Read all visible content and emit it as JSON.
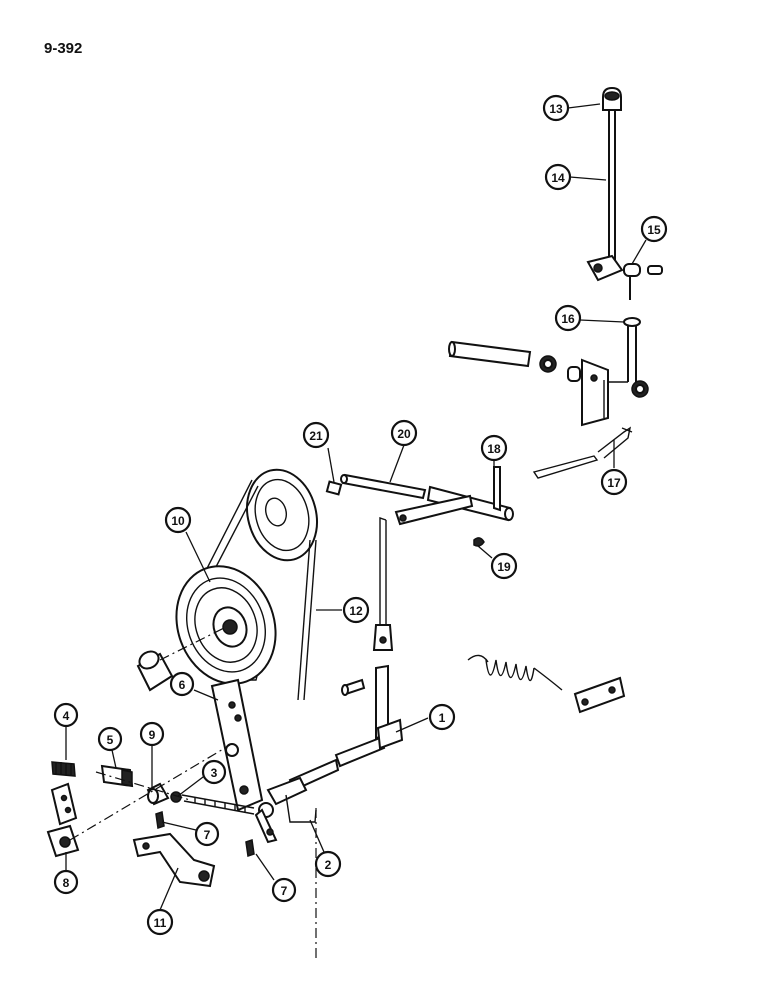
{
  "page": {
    "page_number": "9-392"
  },
  "callouts": [
    {
      "id": "1",
      "text": "1"
    },
    {
      "id": "2",
      "text": "2"
    },
    {
      "id": "3",
      "text": "3"
    },
    {
      "id": "4",
      "text": "4"
    },
    {
      "id": "5",
      "text": "5"
    },
    {
      "id": "6",
      "text": "6"
    },
    {
      "id": "7a",
      "text": "7"
    },
    {
      "id": "7b",
      "text": "7"
    },
    {
      "id": "8",
      "text": "8"
    },
    {
      "id": "9",
      "text": "9"
    },
    {
      "id": "10",
      "text": "10"
    },
    {
      "id": "11",
      "text": "11"
    },
    {
      "id": "12",
      "text": "12"
    },
    {
      "id": "13",
      "text": "13"
    },
    {
      "id": "14",
      "text": "14"
    },
    {
      "id": "15",
      "text": "15"
    },
    {
      "id": "16",
      "text": "16"
    },
    {
      "id": "17",
      "text": "17"
    },
    {
      "id": "18",
      "text": "18"
    },
    {
      "id": "19",
      "text": "19"
    },
    {
      "id": "20",
      "text": "20"
    },
    {
      "id": "21",
      "text": "21"
    }
  ]
}
